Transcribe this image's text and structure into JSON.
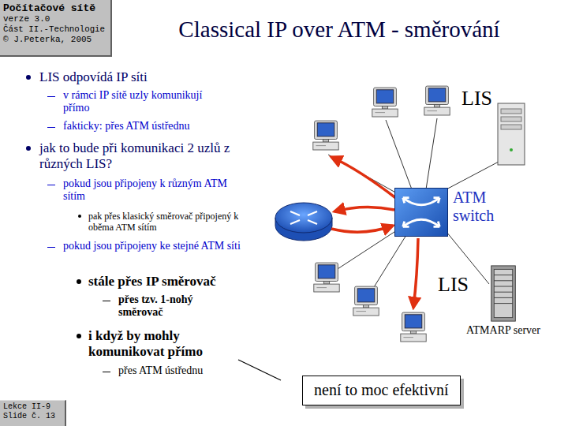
{
  "diagram": {
    "title": "Classical IP over ATM - směrování",
    "nodes": [
      {
        "text": [
          "Počítačové sítě",
          "verze 3.0",
          "Část II.-Technologie",
          "© J.Peterka, 2005"
        ]
      },
      {
        "text": [
          "LIS"
        ]
      },
      {
        "text": [
          "ATM switch"
        ]
      },
      {
        "text": [
          "LIS"
        ]
      },
      {
        "text": [
          "ATMARP server"
        ],
        "in": 3
      },
      {
        "text": [
          "není to moc efektivní"
        ]
      },
      {
        "text": [
          "Lekce II-9",
          "Slide č. 13"
        ]
      }
    ],
    "labels": [
      "LIS odpovídá IP síti",
      "v rámci IP sítě uzly komunikují přímo",
      "fakticky: přes ATM ústřednu",
      "jak to bude při komunikaci 2 uzlů z různých LIS?",
      "pokud jsou připojeny k různým ATM sítím",
      "pak přes klasický směrovač připojený k oběma ATM sítím",
      "pokud jsou připojeny ke stejné ATM síti",
      "stále přes IP směrovač",
      "přes tzv. 1-nohý směrovač",
      "i když by mohly komunikovat přímo",
      "přes ATM ústřednu"
    ]
  }
}
